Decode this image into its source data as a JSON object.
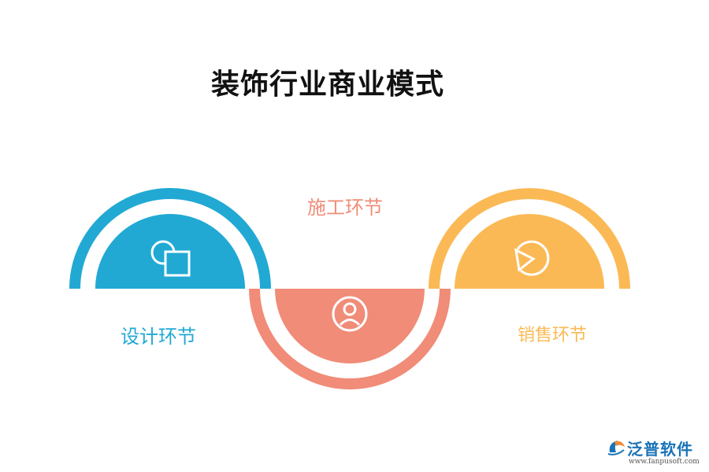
{
  "title": "装饰行业商业模式",
  "steps": [
    {
      "label": "设计环节",
      "color": "#21a9d4",
      "icon": "shapes-icon"
    },
    {
      "label": "施工环节",
      "color": "#f08c78",
      "icon": "user-circle-icon"
    },
    {
      "label": "销售环节",
      "color": "#fbb955",
      "icon": "play-circle-icon"
    }
  ],
  "logo": {
    "name": "泛普软件",
    "url": "www.fanpusoft.com",
    "color": "#1a73b8"
  }
}
